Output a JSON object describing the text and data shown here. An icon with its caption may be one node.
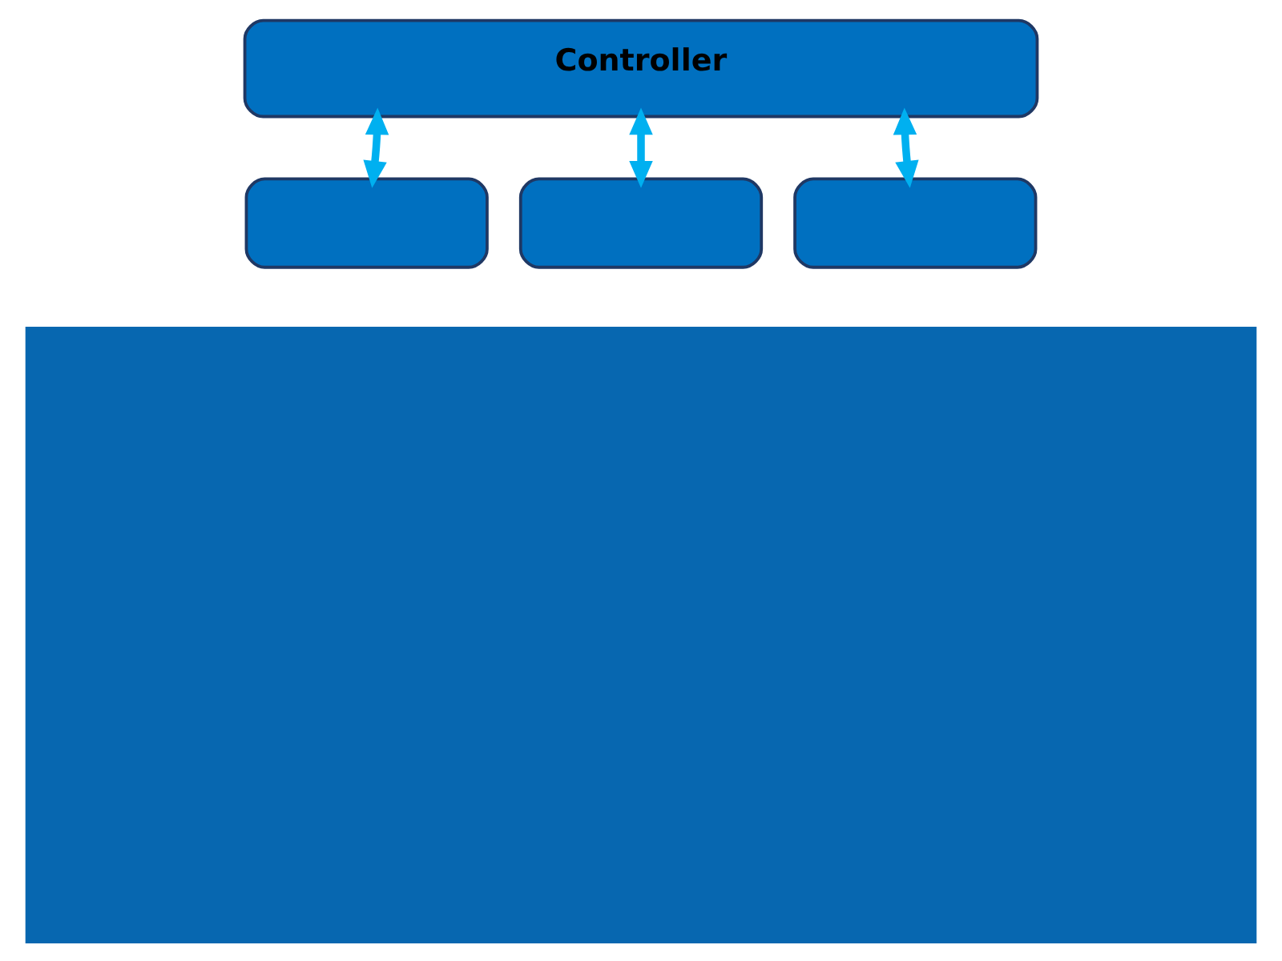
{
  "diagram": {
    "nodes": [
      {
        "text": [
          "Controller"
        ]
      },
      {
        "text": [],
        "shape": "box"
      },
      {
        "text": [],
        "shape": "box"
      },
      {
        "text": [],
        "shape": "box"
      },
      {
        "text": [],
        "shape": "box"
      }
    ],
    "edges": [
      {
        "from": 0,
        "to": 1,
        "arrow": "both"
      },
      {
        "from": 0,
        "to": 2,
        "arrow": "both"
      },
      {
        "from": 0,
        "to": 3,
        "arrow": "both"
      }
    ]
  }
}
